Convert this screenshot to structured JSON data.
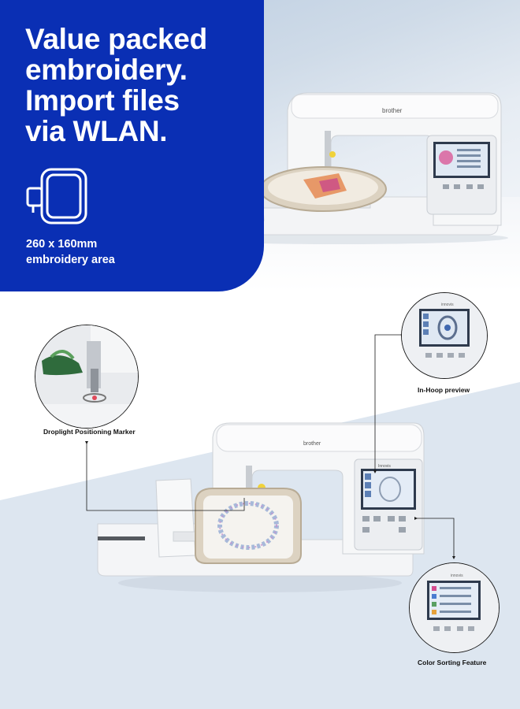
{
  "headline": {
    "line1": "Value packed",
    "line2": "embroidery.",
    "line3": "Import files",
    "line4": "via WLAN."
  },
  "embroidery_area": {
    "line1": "260 x 160mm",
    "line2": "embroidery area"
  },
  "machine": {
    "brand": "brother",
    "model": "Innovis"
  },
  "callouts": {
    "droplight": "Droplight Positioning Marker",
    "in_hoop": "In-Hoop preview",
    "color_sorting": "Color Sorting Feature"
  },
  "colors": {
    "brand_blue": "#0a2fb4",
    "background_light_blue": "#dde6f0"
  }
}
